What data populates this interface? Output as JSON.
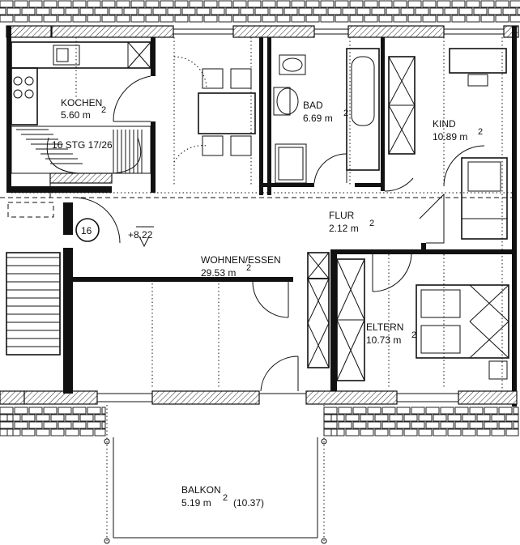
{
  "rooms": {
    "kochen": {
      "name": "KOCHEN",
      "area": "5.60 m",
      "unit_sup": "2"
    },
    "bad": {
      "name": "BAD",
      "area": "6.69 m",
      "unit_sup": "2"
    },
    "kind": {
      "name": "KIND",
      "area": "10.89 m",
      "unit_sup": "2"
    },
    "flur": {
      "name": "FLUR",
      "area": "2.12 m",
      "unit_sup": "2"
    },
    "wohnen": {
      "name": "WOHNEN/ESSEN",
      "area": "29.53 m",
      "unit_sup": "2"
    },
    "eltern": {
      "name": "ELTERN",
      "area": "10.73 m",
      "unit_sup": "2"
    },
    "balkon": {
      "name": "BALKON",
      "area": "5.19 m",
      "unit_sup": "2",
      "area_extra": "(10.37)"
    }
  },
  "stairs": {
    "label": "16 STG 17/26",
    "marker": "16",
    "level": "+8.22"
  }
}
